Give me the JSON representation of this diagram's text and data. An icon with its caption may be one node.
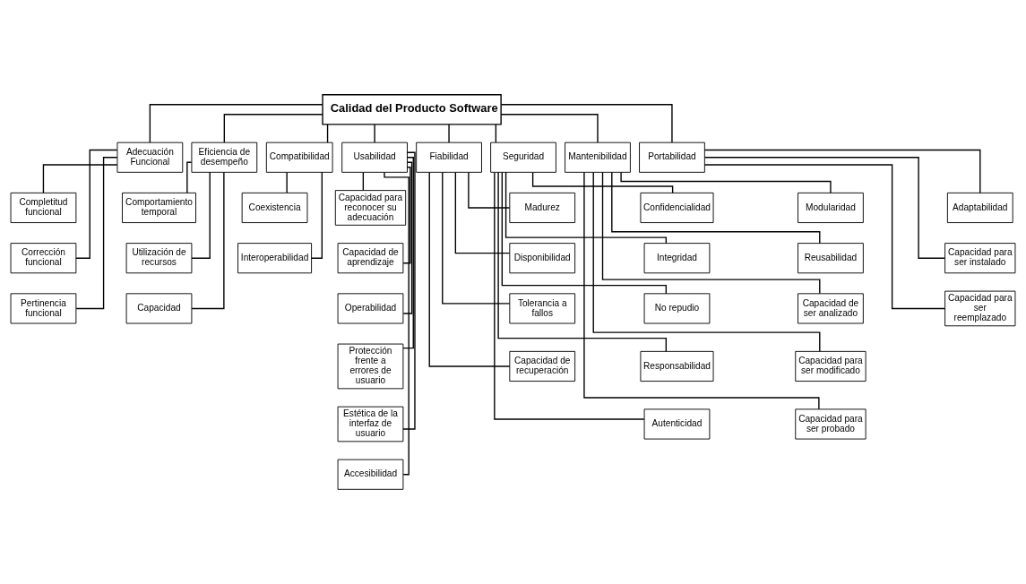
{
  "diagram": {
    "nodes": [
      {
        "text": [
          "Calidad del Producto Software"
        ]
      },
      {
        "text": [
          "Adecuación Funcional"
        ]
      },
      {
        "text": [
          "Completitud funcional"
        ]
      },
      {
        "text": [
          "Corrección funcional"
        ]
      },
      {
        "text": [
          "Pertinencia funcional"
        ]
      },
      {
        "text": [
          "Eficiencia de desempeño"
        ]
      },
      {
        "text": [
          "Comportamiento temporal"
        ]
      },
      {
        "text": [
          "Utilización de recursos"
        ]
      },
      {
        "text": [
          "Capacidad"
        ]
      },
      {
        "text": [
          "Compatibilidad"
        ]
      },
      {
        "text": [
          "Coexistencia"
        ]
      },
      {
        "text": [
          "Interoperabilidad"
        ]
      },
      {
        "text": [
          "Usabilidad"
        ]
      },
      {
        "text": [
          "Capacidad para reconocer su adecuación"
        ]
      },
      {
        "text": [
          "Capacidad de aprendizaje"
        ]
      },
      {
        "text": [
          "Operabilidad"
        ]
      },
      {
        "text": [
          "Protección frente a errores de usuario"
        ]
      },
      {
        "text": [
          "Estética de la interfaz de usuario"
        ]
      },
      {
        "text": [
          "Accesibilidad"
        ]
      },
      {
        "text": [
          "Fiabilidad"
        ]
      },
      {
        "text": [
          "Madurez"
        ]
      },
      {
        "text": [
          "Disponibilidad"
        ]
      },
      {
        "text": [
          "Tolerancia a fallos"
        ]
      },
      {
        "text": [
          "Capacidad de recuperación"
        ]
      },
      {
        "text": [
          "Seguridad"
        ]
      },
      {
        "text": [
          "Confidencialidad"
        ]
      },
      {
        "text": [
          "Integridad"
        ]
      },
      {
        "text": [
          "No repudio"
        ]
      },
      {
        "text": [
          "Responsabilidad"
        ]
      },
      {
        "text": [
          "Autenticidad"
        ]
      },
      {
        "text": [
          "Mantenibilidad"
        ]
      },
      {
        "text": [
          "Modularidad"
        ]
      },
      {
        "text": [
          "Reusabilidad"
        ]
      },
      {
        "text": [
          "Capacidad de ser analizado"
        ]
      },
      {
        "text": [
          "Capacidad para ser modificado"
        ]
      },
      {
        "text": [
          "Capacidad para ser probado"
        ]
      },
      {
        "text": [
          "Portabilidad"
        ]
      },
      {
        "text": [
          "Adaptabilidad"
        ]
      },
      {
        "text": [
          "Capacidad para ser instalado"
        ]
      },
      {
        "text": [
          "Capacidad para ser reemplazado"
        ]
      }
    ],
    "edges": [
      {
        "from": 0,
        "to": 1,
        "arrow": "none"
      },
      {
        "from": 0,
        "to": 5,
        "arrow": "none"
      },
      {
        "from": 0,
        "to": 9,
        "arrow": "none"
      },
      {
        "from": 0,
        "to": 12,
        "arrow": "none"
      },
      {
        "from": 0,
        "to": 19,
        "arrow": "none"
      },
      {
        "from": 0,
        "to": 24,
        "arrow": "none"
      },
      {
        "from": 0,
        "to": 30,
        "arrow": "none"
      },
      {
        "from": 0,
        "to": 36,
        "arrow": "none"
      },
      {
        "from": 1,
        "to": 2,
        "arrow": "none"
      },
      {
        "from": 1,
        "to": 3,
        "arrow": "none"
      },
      {
        "from": 1,
        "to": 4,
        "arrow": "none"
      },
      {
        "from": 5,
        "to": 6,
        "arrow": "none"
      },
      {
        "from": 5,
        "to": 7,
        "arrow": "none"
      },
      {
        "from": 5,
        "to": 8,
        "arrow": "none"
      },
      {
        "from": 9,
        "to": 10,
        "arrow": "none"
      },
      {
        "from": 9,
        "to": 11,
        "arrow": "none"
      },
      {
        "from": 12,
        "to": 13,
        "arrow": "none"
      },
      {
        "from": 12,
        "to": 14,
        "arrow": "none"
      },
      {
        "from": 12,
        "to": 15,
        "arrow": "none"
      },
      {
        "from": 12,
        "to": 16,
        "arrow": "none"
      },
      {
        "from": 12,
        "to": 17,
        "arrow": "none"
      },
      {
        "from": 12,
        "to": 18,
        "arrow": "none"
      },
      {
        "from": 19,
        "to": 20,
        "arrow": "none"
      },
      {
        "from": 19,
        "to": 21,
        "arrow": "none"
      },
      {
        "from": 19,
        "to": 22,
        "arrow": "none"
      },
      {
        "from": 19,
        "to": 23,
        "arrow": "none"
      },
      {
        "from": 24,
        "to": 25,
        "arrow": "none"
      },
      {
        "from": 24,
        "to": 26,
        "arrow": "none"
      },
      {
        "from": 24,
        "to": 27,
        "arrow": "none"
      },
      {
        "from": 24,
        "to": 28,
        "arrow": "none"
      },
      {
        "from": 24,
        "to": 29,
        "arrow": "none"
      },
      {
        "from": 30,
        "to": 31,
        "arrow": "none"
      },
      {
        "from": 30,
        "to": 32,
        "arrow": "none"
      },
      {
        "from": 30,
        "to": 33,
        "arrow": "none"
      },
      {
        "from": 30,
        "to": 34,
        "arrow": "none"
      },
      {
        "from": 30,
        "to": 35,
        "arrow": "none"
      },
      {
        "from": 36,
        "to": 37,
        "arrow": "none"
      },
      {
        "from": 36,
        "to": 38,
        "arrow": "none"
      },
      {
        "from": 36,
        "to": 39,
        "arrow": "none"
      }
    ]
  }
}
